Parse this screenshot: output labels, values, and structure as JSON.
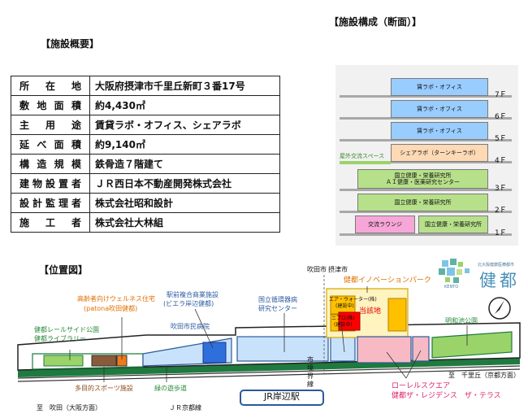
{
  "overview": {
    "heading": "【施設概要】",
    "rows": [
      {
        "key": "所在地",
        "value": "大阪府摂津市千里丘新町３番17号"
      },
      {
        "key": "敷地面積",
        "value": "約4,430㎡"
      },
      {
        "key": "主用途",
        "value": "賃貸ラボ・オフィス、シェアラボ"
      },
      {
        "key": "延べ面積",
        "value": "約9,140㎡"
      },
      {
        "key": "構造規模",
        "value": "鉄骨造７階建て"
      },
      {
        "key": "建物設置者",
        "value": "ＪＲ西日本不動産開発株式会社"
      },
      {
        "key": "設計監理者",
        "value": "株式会社昭和設計"
      },
      {
        "key": "施工者",
        "value": "株式会社大林組"
      }
    ]
  },
  "section": {
    "heading": "【施設構成（断面）】",
    "outdoor_label": "屋外交流スペース",
    "floors": {
      "f7": {
        "label": "7Ｆ",
        "use": "賃ラボ・オフィス"
      },
      "f6": {
        "label": "6Ｆ",
        "use": "賃ラボ・オフィス"
      },
      "f5": {
        "label": "5Ｆ",
        "use": "賃ラボ・オフィス"
      },
      "f4": {
        "label": "4Ｆ",
        "use": "シェアラボ（ターンキーラボ）"
      },
      "f3": {
        "label": "3Ｆ",
        "use_line1": "国立健康・栄養研究所",
        "use_line2": "ＡＩ健康・医薬研究センター"
      },
      "f2": {
        "label": "2Ｆ",
        "use": "国立健康・栄養研究所"
      },
      "f1": {
        "label": "1Ｆ",
        "use_left": "交流ラウンジ",
        "use_right": "国立健康・栄養研究所"
      }
    },
    "colors": {
      "lab_office": "#99ccff",
      "share_lab": "#fdd9b5",
      "institute": "#b7e08a",
      "lounge": "#f7a6d8"
    }
  },
  "map": {
    "heading": "【位置図】",
    "logo": {
      "small": "北大阪健康医療都市",
      "main": "健都",
      "sub": "KENTO"
    },
    "labels": {
      "suita_city": "吹田市",
      "settsu_city": "摂津市",
      "innovation_park": "健都イノベーションパーク",
      "wellness_line1": "高齢者向けウェルネス住宅",
      "wellness_line2": "(patona吹田健都)",
      "station_complex_line1": "駅前複合商業施設",
      "station_complex_line2": "(ビエラ岸辺健都)",
      "hospital": "吹田市民病院",
      "ncvc_line1": "国立循環器病",
      "ncvc_line2": "研究センター",
      "rail_park_line1": "健都レールサイド公園",
      "rail_park_line2": "健都ライブラリー",
      "sports": "多目的スポーツ施設",
      "promenade": "緑の遊歩道",
      "boundary_line1": "市",
      "boundary_line2": "境",
      "boundary_line3": "界",
      "boundary_line4": "線",
      "air_water_line1": "エア・ウォーター(株)",
      "air_water_line2": "(建設中)",
      "nipro_line1": "ニプロ(株)",
      "nipro_line2": "(建設中)",
      "site": "当該地",
      "meiwa_park": "明和池公園",
      "laurel_line1": "ローレルスクエア",
      "laurel_line2": "健都ザ・レジデンス　ザ・テラス",
      "to_senrioka": "至　千里丘（京都方面）",
      "to_suita": "至　吹田（大阪方面）",
      "jr_kyoto_line": "ＪＲ京都線",
      "station": "JR岸辺駅"
    },
    "colors": {
      "park": "#9ad36a",
      "facility": "#c9e2fb",
      "hospital": "#2f6fdc",
      "housing": "#f7b9c4",
      "site": "#ff0000",
      "company": "#ffc000"
    }
  }
}
